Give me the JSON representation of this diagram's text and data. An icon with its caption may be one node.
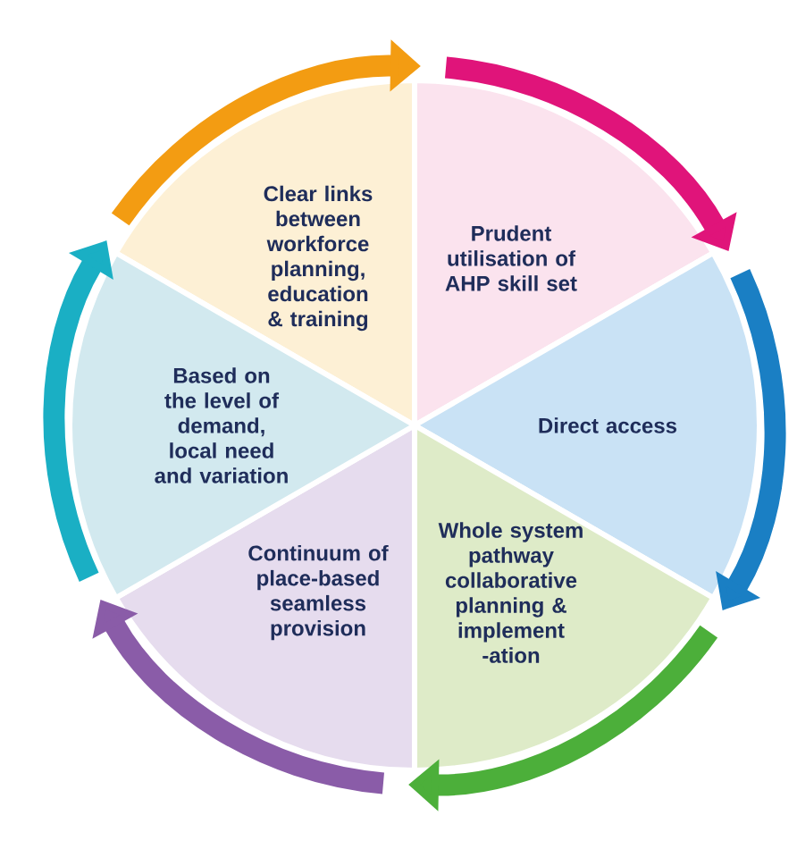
{
  "diagram": {
    "nodes": [
      {
        "text": [
          "Clear links between workforce planning, education & training"
        ]
      },
      {
        "text": [
          "Prudent utilisation of AHP skill set"
        ]
      },
      {
        "text": [
          "Direct access"
        ]
      },
      {
        "text": [
          "Whole system pathway collaborative planning & implement -ation"
        ]
      },
      {
        "text": [
          "Continuum of place-based seamless provision"
        ]
      },
      {
        "text": [
          "Based on the level of demand, local need and variation"
        ]
      }
    ],
    "edges": [
      {
        "from": 0,
        "to": 1,
        "arrow": "to",
        "color": "#f39c12"
      },
      {
        "from": 1,
        "to": 2,
        "arrow": "to",
        "color": "#e0147a"
      },
      {
        "from": 2,
        "to": 3,
        "arrow": "to",
        "color": "#1a7fc4"
      },
      {
        "from": 3,
        "to": 4,
        "arrow": "to",
        "color": "#4caf3a"
      },
      {
        "from": 4,
        "to": 5,
        "arrow": "to",
        "color": "#8a5ca8"
      },
      {
        "from": 5,
        "to": 0,
        "arrow": "to",
        "color": "#1aafc4"
      }
    ]
  }
}
